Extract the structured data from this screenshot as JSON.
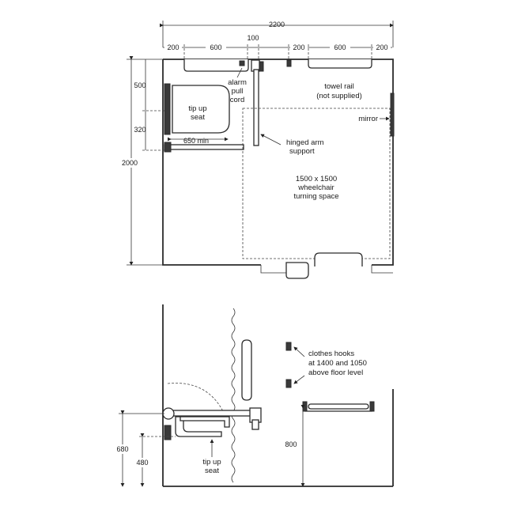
{
  "plan": {
    "dim_total_width": "2200",
    "dim_100": "100",
    "dim_200_a": "200",
    "dim_600_a": "600",
    "dim_200_b": "200",
    "dim_600_b": "600",
    "dim_200_c": "200",
    "dim_height": "2000",
    "dim_500": "500",
    "dim_320": "320",
    "dim_650min": "650 min",
    "label_alarm": [
      "alarm",
      "pull",
      "cord"
    ],
    "label_towel": [
      "towel rail",
      "(not supplied)"
    ],
    "label_tipup": [
      "tip up",
      "seat"
    ],
    "label_mirror": "mirror",
    "label_hinged": [
      "hinged arm",
      "support"
    ],
    "label_turning": [
      "1500 x 1500",
      "wheelchair",
      "turning space"
    ]
  },
  "elevation": {
    "label_hooks": [
      "clothes hooks",
      "at 1400 and 1050",
      "above floor level"
    ],
    "dim_680": "680",
    "dim_480": "480",
    "dim_800": "800",
    "label_tipup": [
      "tip up",
      "seat"
    ]
  }
}
